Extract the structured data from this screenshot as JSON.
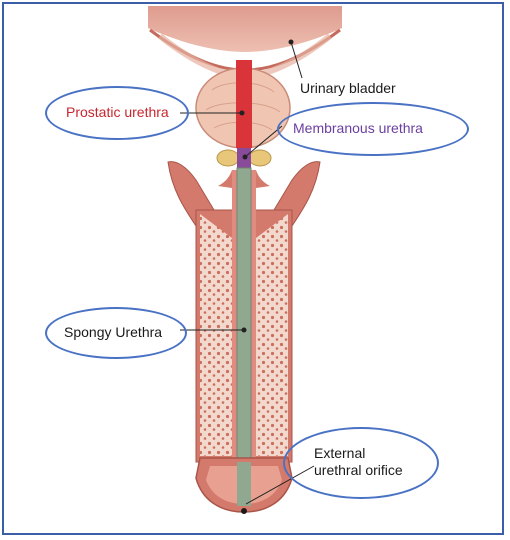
{
  "labels": {
    "urinary_bladder": "Urinary bladder",
    "prostatic_urethra": "Prostatic urethra",
    "membranous_urethra": "Membranous urethra",
    "spongy_urethra": "Spongy Urethra",
    "external_line1": "External",
    "external_line2": "urethral orifice"
  },
  "colors": {
    "frame": "#3a5fa8",
    "oval": "#4a72c4",
    "prostatic_text": "#c8262e",
    "membranous_text": "#6b3fa0",
    "urethra_red": "#d8343a",
    "spongy_green": "#8fa88f",
    "erectile_tissue": "#f1d2c8",
    "outer_tissue": "#d47a6c",
    "prostate": "#f0c6b2",
    "glands": "#e8c77a"
  }
}
